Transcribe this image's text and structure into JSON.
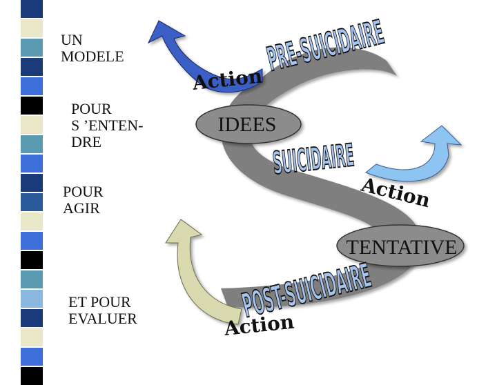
{
  "left_labels": {
    "model": "UN\nMODELE",
    "understand": "POUR\nS ’ENTEN-\nDRE",
    "act": "POUR\nAGIR",
    "evaluate": "ET POUR\nEVALUER"
  },
  "phases": {
    "pre": "PRE-SUICIDAIRE",
    "suicidal": "SUICIDAIRE",
    "post": "POST-SUICIDAIRE"
  },
  "action_label": "Action",
  "ovals": {
    "ideas": "IDEES",
    "attempt": "TENTATIVE"
  },
  "colors": {
    "s_shape": "#7f7f7f",
    "arrow_top": "#3a5fc4",
    "arrow_right": "#8ec4f2",
    "arrow_bottom": "#d9d9b0",
    "oval_fill": "#8c8c8c",
    "wordart_fill": "#a6c4ee",
    "stripe_palette": [
      "#1a3a7a",
      "#3d6fd8",
      "#5a9ab0",
      "#e8e8c8",
      "#000000",
      "#2a5a9a",
      "#8ab8e0"
    ]
  }
}
